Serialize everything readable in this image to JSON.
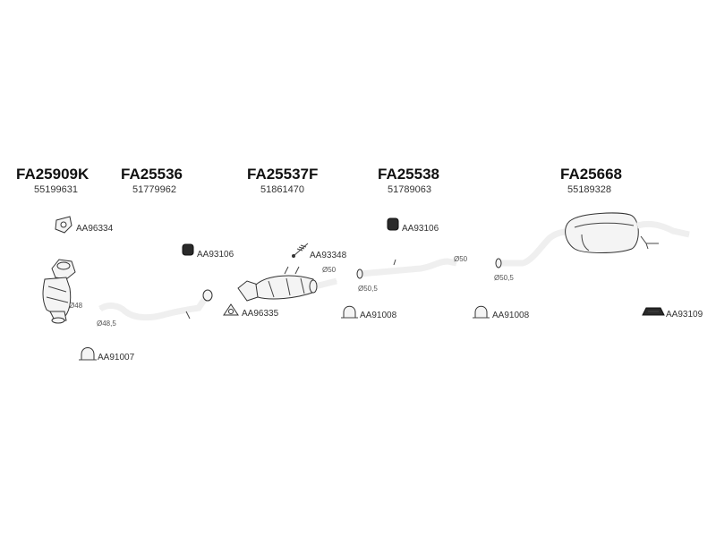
{
  "groups": [
    {
      "part_number": "FA25909K",
      "oe_number": "55199631"
    },
    {
      "part_number": "FA25536",
      "oe_number": "51779962"
    },
    {
      "part_number": "FA25537F",
      "oe_number": "51861470"
    },
    {
      "part_number": "FA25538",
      "oe_number": "51789063"
    },
    {
      "part_number": "FA25668",
      "oe_number": "55189328"
    }
  ],
  "accessories": [
    {
      "code": "AA96334",
      "icon": "gasket-icon"
    },
    {
      "code": "AA93106",
      "icon": "rubber-mount-icon"
    },
    {
      "code": "AA93348",
      "icon": "spring-bolt-icon"
    },
    {
      "code": "AA93106",
      "icon": "rubber-mount-icon"
    },
    {
      "code": "AA96335",
      "icon": "gasket-icon"
    },
    {
      "code": "AA91008",
      "icon": "clamp-icon"
    },
    {
      "code": "AA91008",
      "icon": "clamp-icon"
    },
    {
      "code": "AA93109",
      "icon": "rubber-mount-icon"
    },
    {
      "code": "AA91007",
      "icon": "clamp-icon"
    }
  ],
  "diameters": [
    "Ø48",
    "Ø48,5",
    "Ø50",
    "Ø50",
    "Ø50,5",
    "Ø50,5"
  ]
}
